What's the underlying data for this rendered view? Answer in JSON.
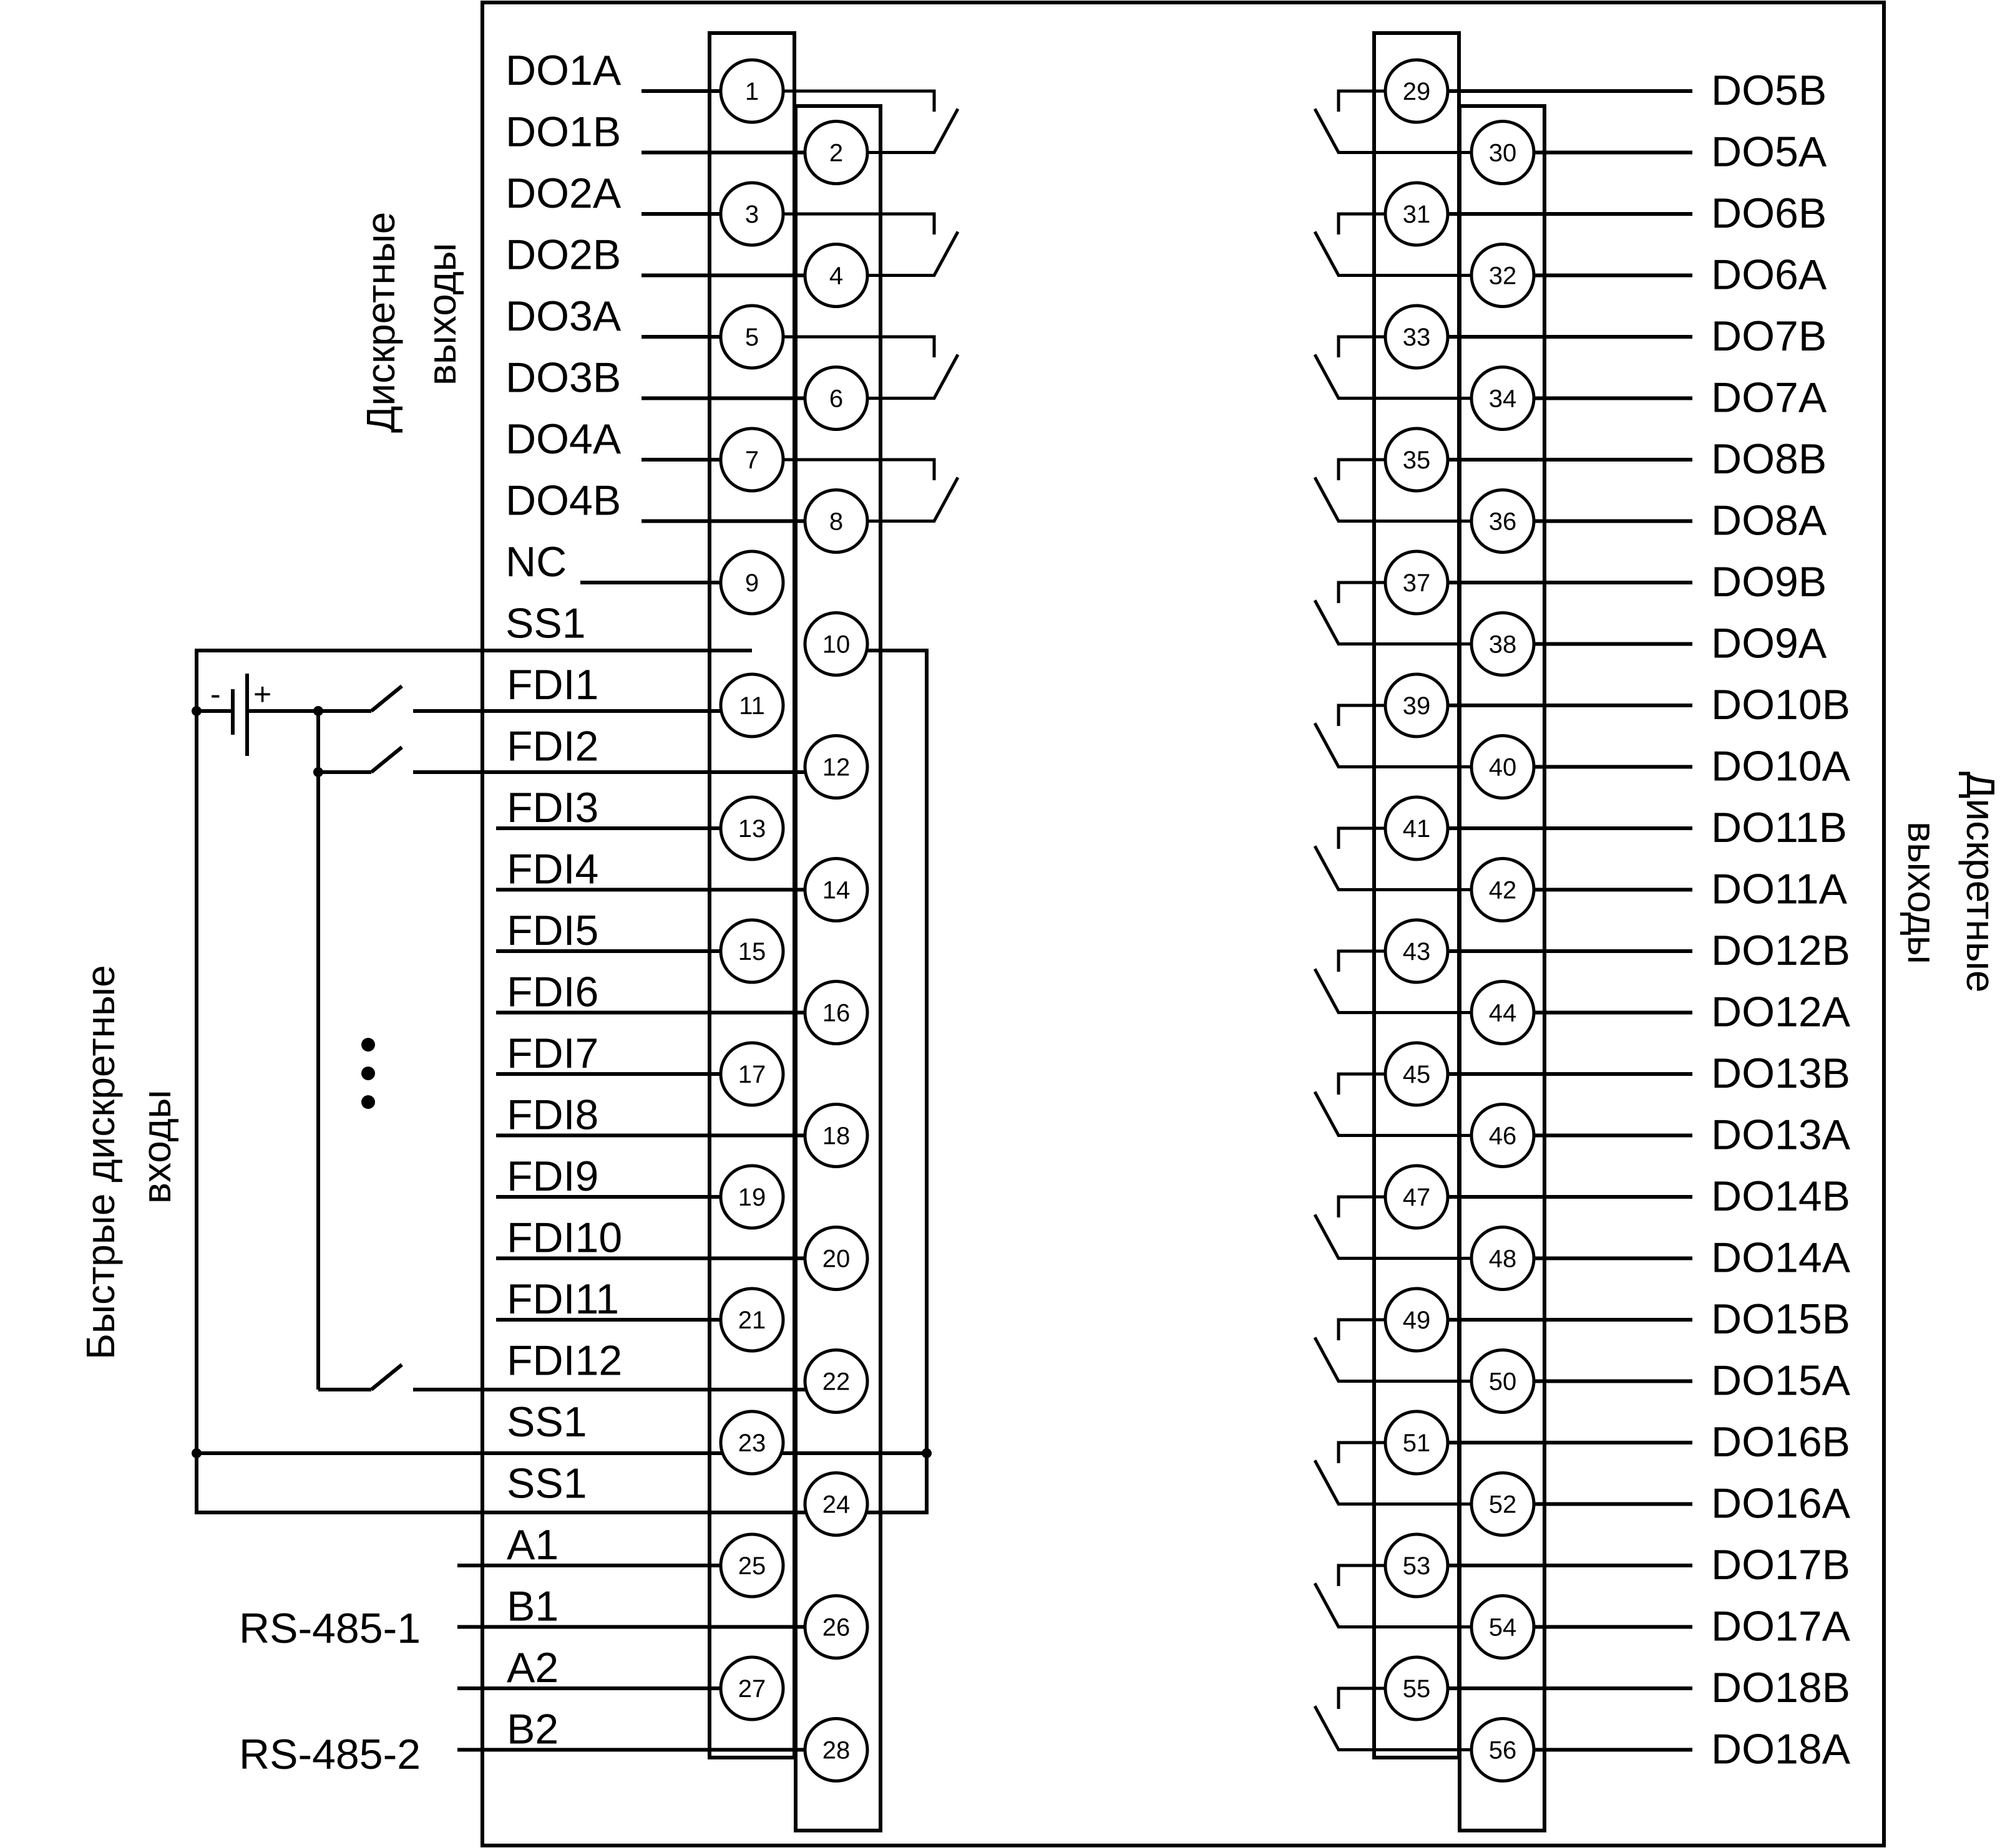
{
  "left_title": [
    "Дискретные",
    "выходы"
  ],
  "right_title": [
    "Дискретные",
    "выходы"
  ],
  "fdi_title": [
    "Быстрые дискретные",
    "входы"
  ],
  "battery": {
    "minus": "-",
    "plus": "+"
  },
  "rs485": [
    "RS-485-1",
    "RS-485-2"
  ],
  "left_labels": [
    "DO1A",
    "DO1B",
    "DO2A",
    "DO2B",
    "DO3A",
    "DO3B",
    "DO4A",
    "DO4B",
    "NC",
    "SS1",
    "FDI1",
    "FDI2",
    "FDI3",
    "FDI4",
    "FDI5",
    "FDI6",
    "FDI7",
    "FDI8",
    "FDI9",
    "FDI10",
    "FDI11",
    "FDI12",
    "SS1",
    "SS1",
    "A1",
    "B1",
    "A2",
    "B2"
  ],
  "left_terminals": [
    "1",
    "2",
    "3",
    "4",
    "5",
    "6",
    "7",
    "8",
    "9",
    "10",
    "11",
    "12",
    "13",
    "14",
    "15",
    "16",
    "17",
    "18",
    "19",
    "20",
    "21",
    "22",
    "23",
    "24",
    "25",
    "26",
    "27",
    "28"
  ],
  "right_labels": [
    "DO5B",
    "DO5A",
    "DO6B",
    "DO6A",
    "DO7B",
    "DO7A",
    "DO8B",
    "DO8A",
    "DO9B",
    "DO9A",
    "DO10B",
    "DO10A",
    "DO11B",
    "DO11A",
    "DO12B",
    "DO12A",
    "DO13B",
    "DO13A",
    "DO14B",
    "DO14A",
    "DO15B",
    "DO15A",
    "DO16B",
    "DO16A",
    "DO17B",
    "DO17A",
    "DO18B",
    "DO18A"
  ],
  "right_terminals": [
    "29",
    "30",
    "31",
    "32",
    "33",
    "34",
    "35",
    "36",
    "37",
    "38",
    "39",
    "40",
    "41",
    "42",
    "43",
    "44",
    "45",
    "46",
    "47",
    "48",
    "49",
    "50",
    "51",
    "52",
    "53",
    "54",
    "55",
    "56"
  ]
}
